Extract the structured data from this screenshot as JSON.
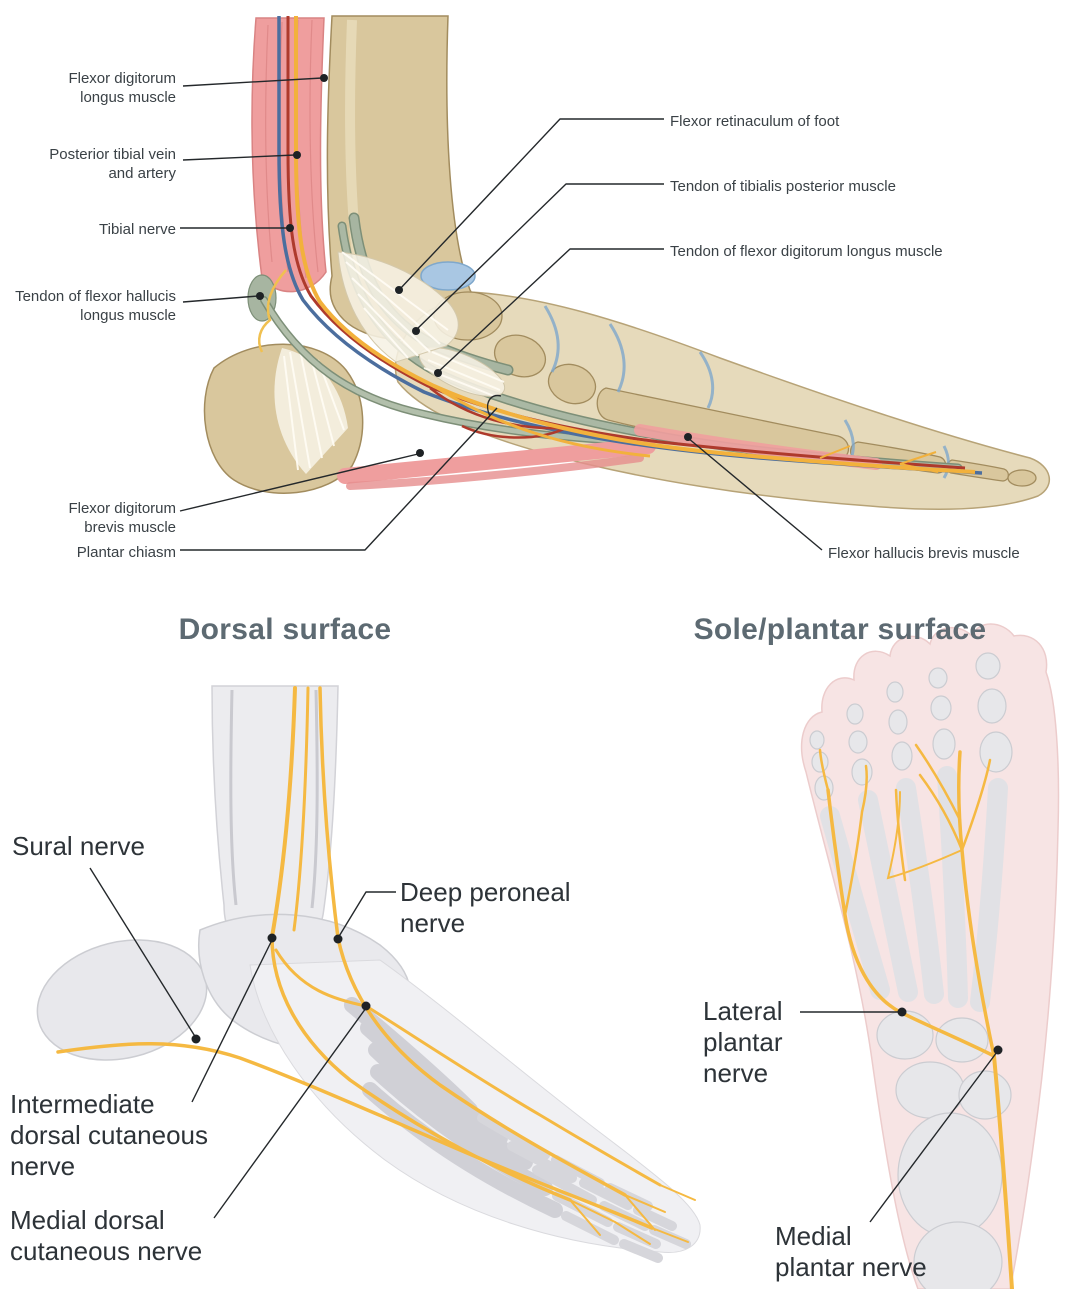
{
  "palette": {
    "label_text": "#3a4146",
    "heading_text": "#5d6a72",
    "leader_line": "#24282b",
    "nerve_yellow": "#f2b13c",
    "artery_red": "#ae3a2c",
    "vein_blue": "#4c6e9e",
    "bone_tan": "#d9c79d",
    "muscle_pink": "#ef9e9e",
    "tendon_sage": "#a7b5a1",
    "cartilage_blue": "#a9c7e3",
    "bone_gray": "#e8e8ec",
    "plantar_skin_pink": "#f7e4e4"
  },
  "medial_view": {
    "labels": {
      "flexor_digitorum_longus_muscle": "Flexor digitorum\nlongus muscle",
      "posterior_tibial_vein_artery": "Posterior tibial vein\nand artery",
      "tibial_nerve": "Tibial nerve",
      "tendon_flexor_hallucis_longus": "Tendon of flexor hallucis\nlongus muscle",
      "flexor_digitorum_brevis_muscle": "Flexor digitorum\nbrevis muscle",
      "plantar_chiasm": "Plantar chiasm",
      "flexor_retinaculum": "Flexor retinaculum of foot",
      "tendon_tibialis_posterior": "Tendon of tibialis posterior muscle",
      "tendon_flexor_digitorum_longus": "Tendon of flexor digitorum longus muscle",
      "flexor_hallucis_brevis_muscle": "Flexor hallucis brevis muscle"
    }
  },
  "dorsal_view": {
    "heading": "Dorsal surface",
    "labels": {
      "sural_nerve": "Sural nerve",
      "deep_peroneal_nerve": "Deep peroneal\nnerve",
      "intermediate_dorsal_cutaneous_nerve": "Intermediate\ndorsal cutaneous\nnerve",
      "medial_dorsal_cutaneous_nerve": "Medial dorsal\ncutaneous nerve"
    }
  },
  "plantar_view": {
    "heading": "Sole/plantar surface",
    "labels": {
      "lateral_plantar_nerve": "Lateral\nplantar\nnerve",
      "medial_plantar_nerve": "Medial\nplantar nerve"
    }
  }
}
